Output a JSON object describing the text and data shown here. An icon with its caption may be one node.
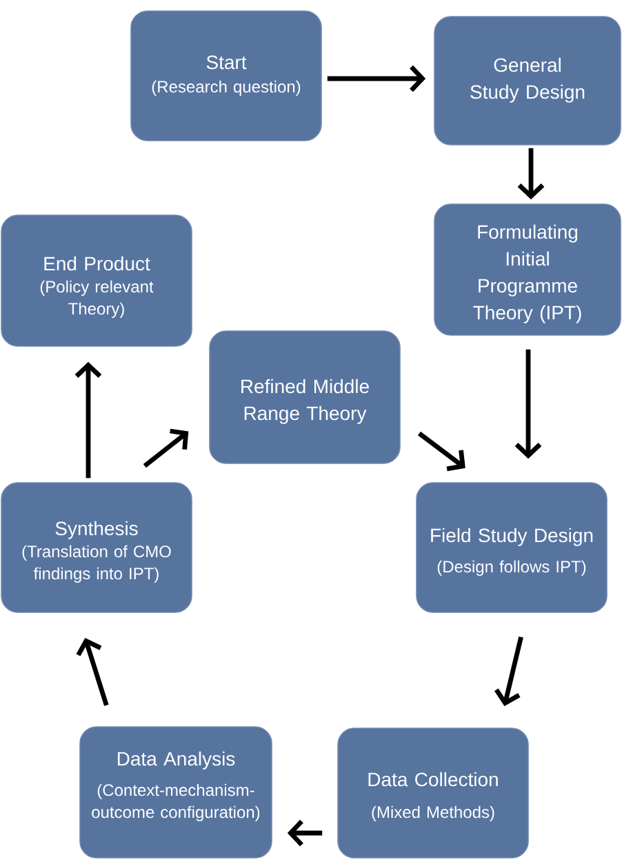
{
  "diagram": {
    "nodes": [
      {
        "text": [
          "Start",
          "(Research question)"
        ]
      },
      {
        "text": [
          "General Study Design"
        ]
      },
      {
        "text": [
          "End Product",
          "(Policy relevant Theory)"
        ]
      },
      {
        "text": [
          "Formulating Initial Programme Theory (IPT)"
        ]
      },
      {
        "text": [
          "Refined Middle Range Theory"
        ]
      },
      {
        "text": [
          "Synthesis",
          "(Translation of CMO findings into IPT)"
        ]
      },
      {
        "text": [
          "Field Study Design",
          "(Design follows IPT)"
        ]
      },
      {
        "text": [
          "Data Analysis",
          "(Context-mechanism-outcome configuration)"
        ]
      },
      {
        "text": [
          "Data Collection",
          "(Mixed Methods)"
        ]
      }
    ],
    "edges": [
      {
        "from": 0,
        "to": 1,
        "arrow": "to"
      },
      {
        "from": 1,
        "to": 3,
        "arrow": "to"
      },
      {
        "from": 3,
        "to": 6,
        "arrow": "to"
      },
      {
        "from": 4,
        "to": 6,
        "arrow": "to"
      },
      {
        "from": 6,
        "to": 8,
        "arrow": "to"
      },
      {
        "from": 8,
        "to": 7,
        "arrow": "to"
      },
      {
        "from": 7,
        "to": 5,
        "arrow": "to"
      },
      {
        "from": 5,
        "to": 2,
        "arrow": "to"
      },
      {
        "from": 5,
        "to": 4,
        "arrow": "to"
      }
    ]
  }
}
